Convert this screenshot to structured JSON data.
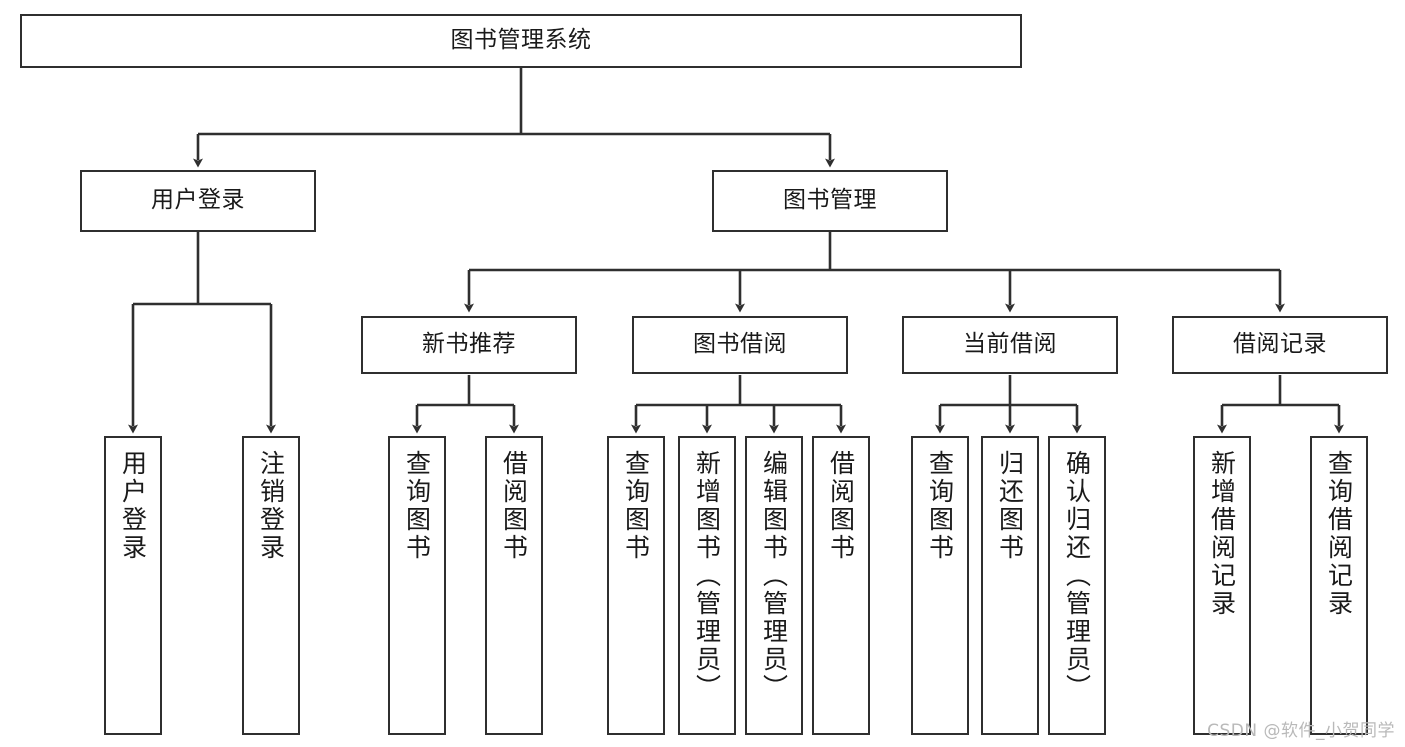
{
  "diagram": {
    "title": "图书管理系统",
    "type": "tree-hierarchy",
    "watermark": "CSDN @软件_小贺同学",
    "colors": {
      "border": "#2f2f2f",
      "background": "#ffffff",
      "text": "#1a1a1a",
      "watermark": "#b9b9b9"
    },
    "levels": {
      "root": {
        "label": "图书管理系统"
      },
      "level2": [
        {
          "label": "用户登录"
        },
        {
          "label": "图书管理"
        }
      ],
      "level3": [
        {
          "label": "新书推荐"
        },
        {
          "label": "图书借阅"
        },
        {
          "label": "当前借阅"
        },
        {
          "label": "借阅记录"
        }
      ],
      "leaves": {
        "user_login": [
          {
            "label": "用户登录"
          },
          {
            "label": "注销登录"
          }
        ],
        "new_book_recommend": [
          {
            "label": "查询图书"
          },
          {
            "label": "借阅图书"
          }
        ],
        "book_borrow": [
          {
            "label": "查询图书"
          },
          {
            "label": "新增图书（管理员）"
          },
          {
            "label": "编辑图书（管理员）"
          },
          {
            "label": "借阅图书"
          }
        ],
        "current_borrow": [
          {
            "label": "查询图书"
          },
          {
            "label": "归还图书"
          },
          {
            "label": "确认归还（管理员）"
          }
        ],
        "borrow_record": [
          {
            "label": "新增借阅记录"
          },
          {
            "label": "查询借阅记录"
          }
        ]
      }
    }
  }
}
